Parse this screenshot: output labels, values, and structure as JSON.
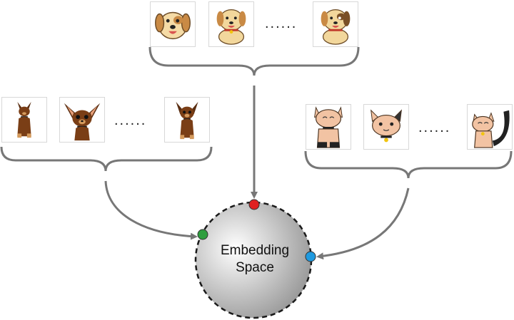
{
  "center": {
    "label_line1": "Embedding",
    "label_line2": "Space"
  },
  "groups": [
    {
      "name": "dog-group",
      "ellipsis": "......",
      "dot_color": "#e02020"
    },
    {
      "name": "chihuahua-group",
      "ellipsis": "......",
      "dot_color": "#2e9e3e"
    },
    {
      "name": "cat-group",
      "ellipsis": "......",
      "dot_color": "#1f9ae0"
    }
  ],
  "colors": {
    "arrow": "#777777",
    "circle_edge": "#1a1a1a",
    "circle_light": "#ffffff",
    "circle_dark": "#8f8f8f"
  }
}
